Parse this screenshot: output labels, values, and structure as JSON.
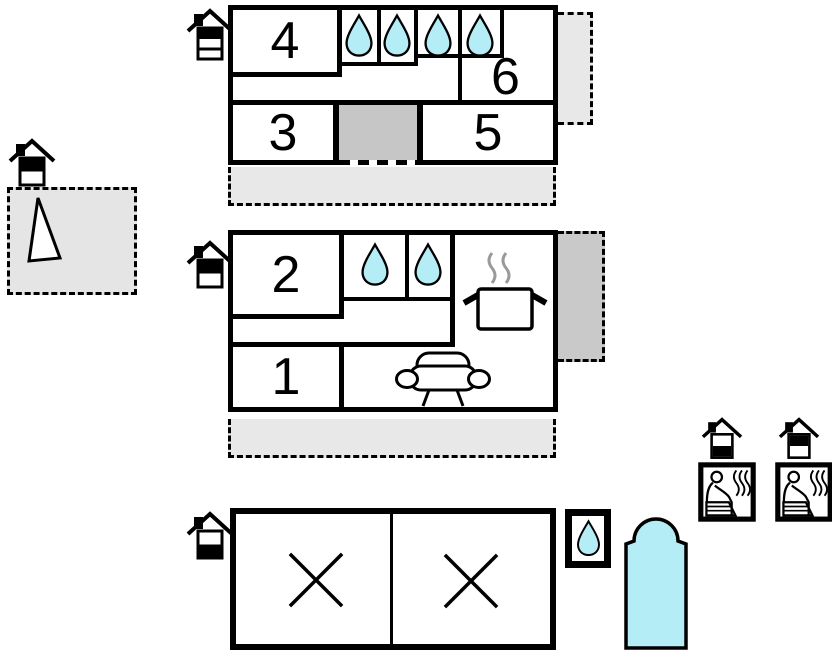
{
  "document": {
    "type": "property floor plan",
    "background": "#ffffff"
  },
  "colors": {
    "line": "#000000",
    "water": "#b5edf6",
    "terrace": "#e8e8e8",
    "stairs": "#c6c6c6",
    "balcony": "#c9c9c9",
    "plot": "#e5e5e5"
  },
  "upper_floor": {
    "rooms": [
      {
        "id": "room-4",
        "label": "4"
      },
      {
        "id": "room-6",
        "label": "6"
      },
      {
        "id": "room-3",
        "label": "3"
      },
      {
        "id": "room-5",
        "label": "5"
      }
    ],
    "water_drop_count": 4,
    "level_badge": "house icon, top band of 3 filled"
  },
  "main_floor": {
    "rooms": [
      {
        "id": "room-2",
        "label": "2"
      },
      {
        "id": "room-1",
        "label": "1"
      }
    ],
    "water_drop_count": 2,
    "features": [
      "stove with steam",
      "sofa"
    ],
    "level_badge": "house icon, top band of 2 filled"
  },
  "annex": {
    "crossed_room_count": 2,
    "level_badge": "house icon, bottom band of 2 filled"
  },
  "outbuildings": {
    "water_room_count": 1,
    "pool_count": 1,
    "sauna_count": 2
  },
  "icons": {
    "house_badge": "house with chimney (floor level indicator)",
    "water_drop": "water / bath room",
    "stove": "pot with steam",
    "sofa": "sofa",
    "sauna": "person sitting in sauna with steam",
    "cross": "crossed room",
    "plot_triangle": "plot shape marker"
  }
}
